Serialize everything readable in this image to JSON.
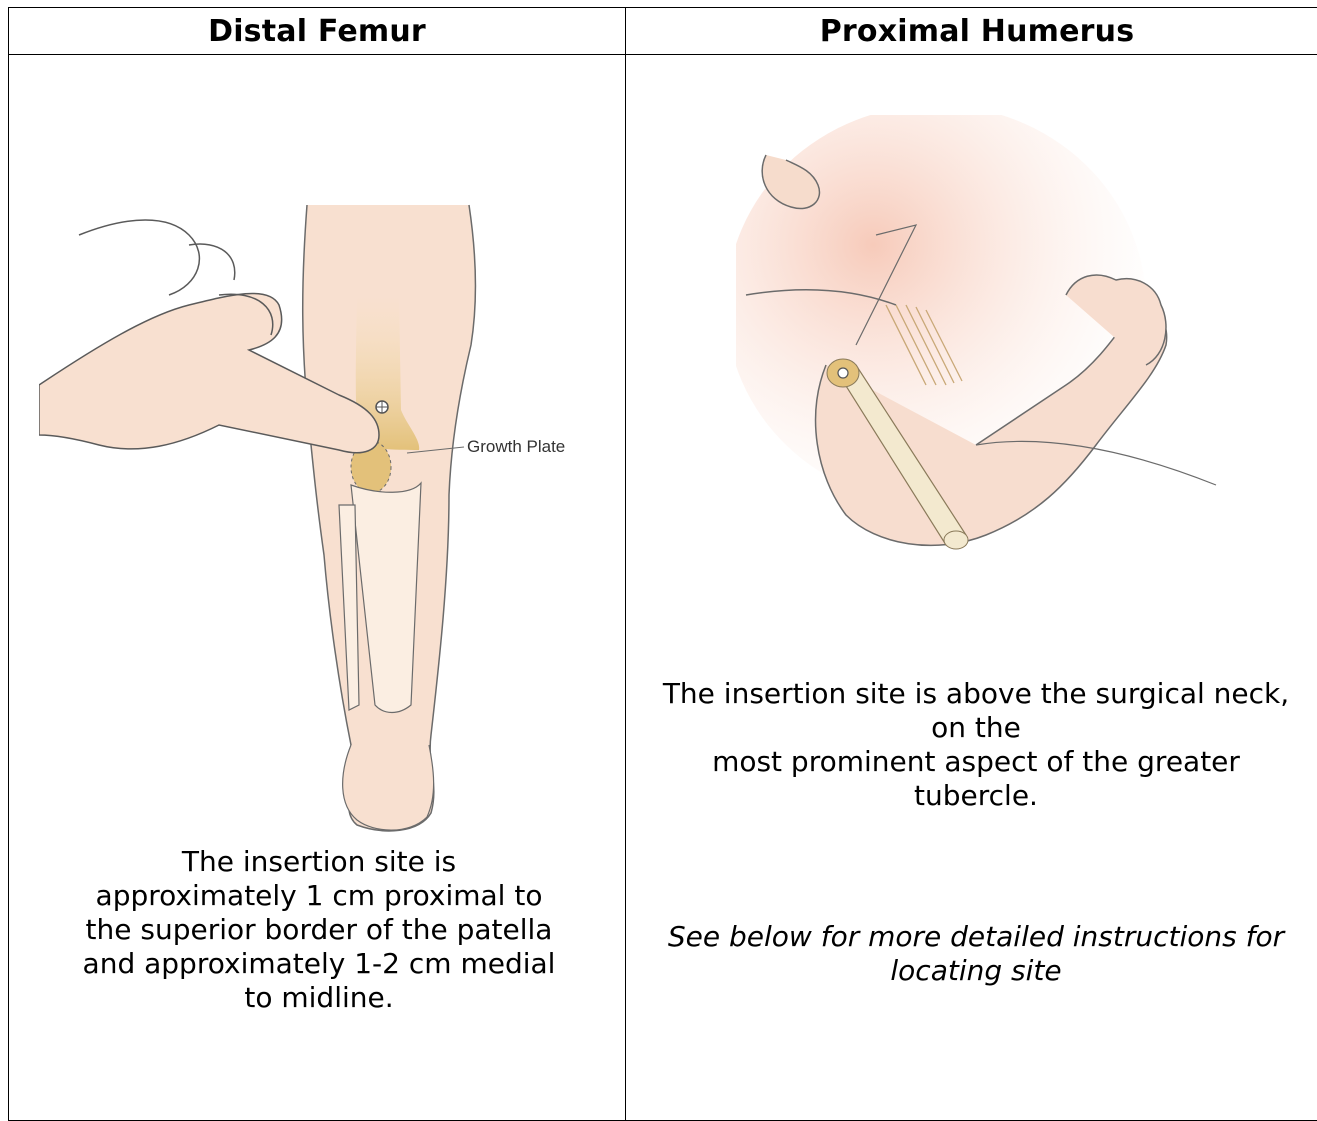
{
  "columns": [
    {
      "header": "Distal Femur",
      "figure_label": "Growth Plate",
      "caption_lines": [
        "The insertion site is",
        "approximately 1 cm proximal to",
        "the superior border of the patella",
        "and approximately 1-2 cm medial",
        "to midline."
      ]
    },
    {
      "header": "Proximal Humerus",
      "caption_lines": [
        "The insertion site is above the surgical neck,",
        "on the",
        "most prominent aspect of the greater",
        "tubercle."
      ],
      "note_lines": [
        "See below for more detailed instructions for",
        "locating site"
      ]
    }
  ],
  "colors": {
    "skin": "#f6dccc",
    "bone": "#f3e9cf",
    "bone_highlight": "#e3c17a",
    "outline": "#6b6b6b"
  }
}
